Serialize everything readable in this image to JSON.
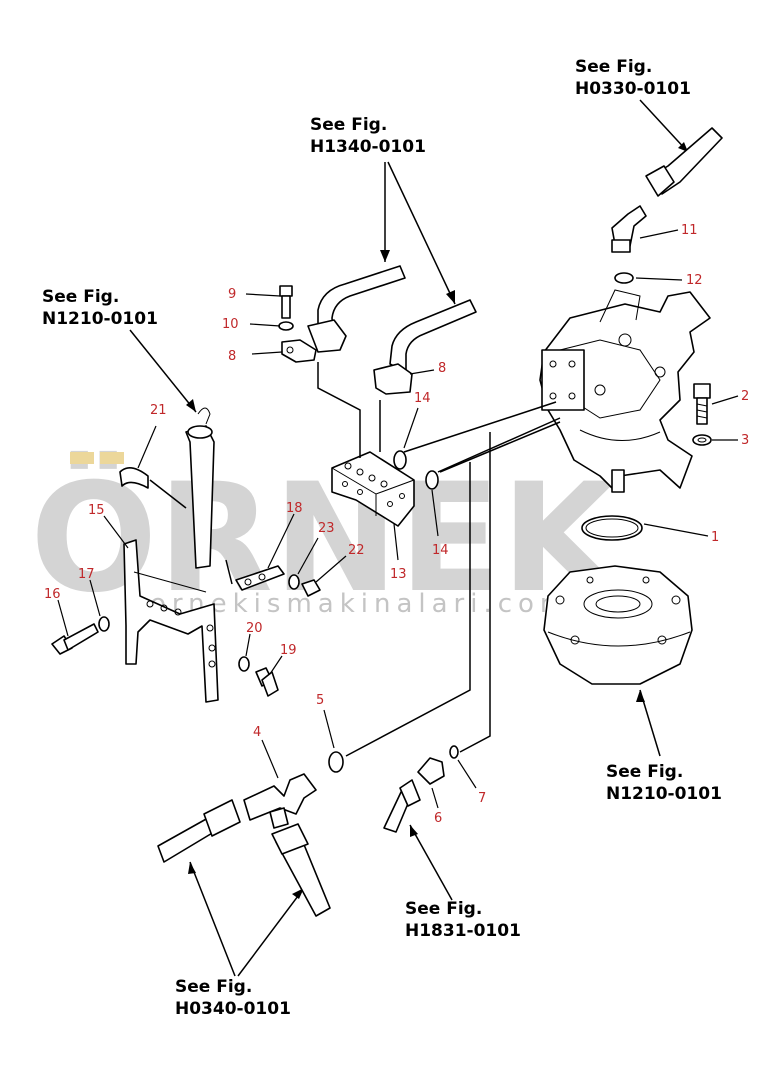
{
  "watermark": {
    "logo_text": "ÖRNEK",
    "url_text": "ornekismakinalari.com.tr"
  },
  "references": [
    {
      "id": "ref-h0330",
      "line1": "See Fig.",
      "line2": "H0330-0101"
    },
    {
      "id": "ref-h1340",
      "line1": "See Fig.",
      "line2": "H1340-0101"
    },
    {
      "id": "ref-n1210-left",
      "line1": "See Fig.",
      "line2": "N1210-0101"
    },
    {
      "id": "ref-n1210-right",
      "line1": "See Fig.",
      "line2": "N1210-0101"
    },
    {
      "id": "ref-h1831",
      "line1": "See Fig.",
      "line2": "H1831-0101"
    },
    {
      "id": "ref-h0340",
      "line1": "See Fig.",
      "line2": "H0340-0101"
    }
  ],
  "callouts": [
    "1",
    "2",
    "3",
    "4",
    "5",
    "6",
    "7",
    "8",
    "8",
    "9",
    "10",
    "11",
    "12",
    "13",
    "14",
    "14",
    "15",
    "16",
    "17",
    "18",
    "19",
    "20",
    "21",
    "22",
    "23"
  ],
  "colors": {
    "callout": "#c0282a",
    "ink": "#000000",
    "watermark": "#d4d4d4"
  }
}
